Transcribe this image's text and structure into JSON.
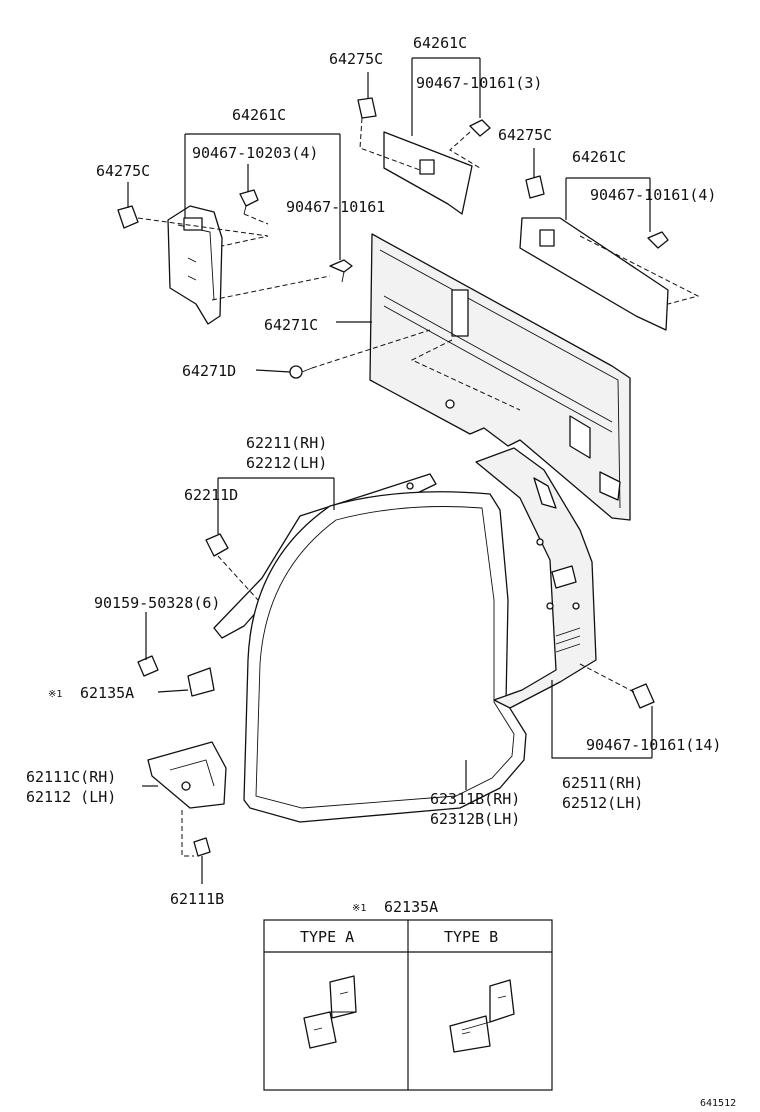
{
  "labels": {
    "l1": "64275C",
    "l2": "64261C",
    "l3": "90467-10161(3)",
    "l4": "64261C",
    "l5": "90467-10203(4)",
    "l6": "64275C",
    "l7": "90467-10161",
    "l8": "64275C",
    "l9": "64261C",
    "l10": "90467-10161(4)",
    "l11": "64271C",
    "l12": "64271D",
    "l13": "62211(RH)",
    "l14": "62212(LH)",
    "l15": "62211D",
    "l16": "90159-50328(6)",
    "l17": "62135A",
    "l18": "62111C(RH)",
    "l19": "62112  (LH)",
    "l20": "62311B(RH)",
    "l21": "62312B(LH)",
    "l22": "90467-10161(14)",
    "l23": "62511(RH)",
    "l24": "62512(LH)",
    "l25": "62111B",
    "note_mark_1": "※1",
    "note_mark_2": "※1",
    "detail_title": "62135A",
    "type_a": "TYPE A",
    "type_b": "TYPE B",
    "diagram_code": "641512"
  }
}
